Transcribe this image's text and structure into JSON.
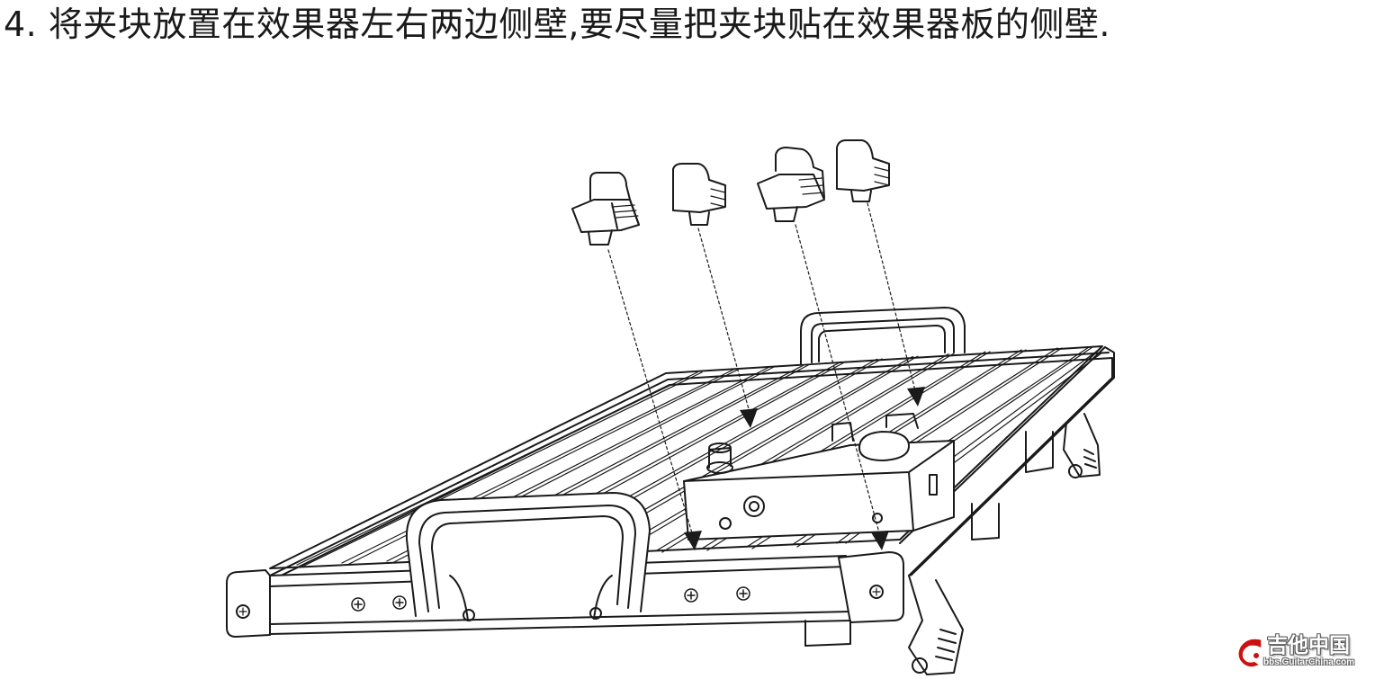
{
  "instruction": {
    "text": "4. 将夹块放置在效果器左右两边侧壁,要尽量把夹块贴在效果器板的侧壁."
  },
  "illustration": {
    "subject": "pedalboard-with-clamp-blocks",
    "line_color": "#1a1a1a"
  },
  "watermark": {
    "title": "吉他中国",
    "url": "bbs.GuitarChina.com",
    "logo_icon": "guitar-headstock-logo-icon",
    "accent_color": "#cc1111"
  }
}
